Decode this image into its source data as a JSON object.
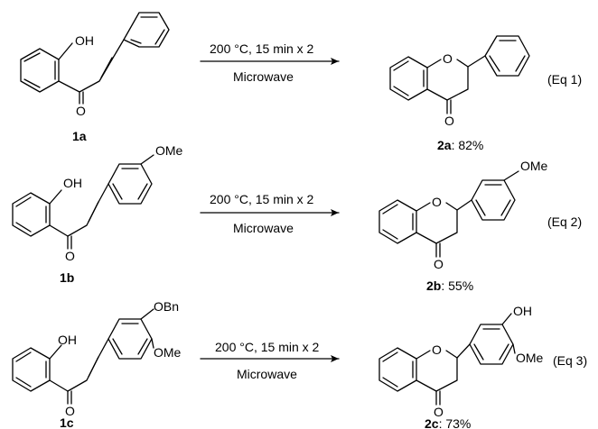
{
  "reactions": [
    {
      "eq": "(Eq 1)",
      "conditions_top": "200 °C, 15 min x 2",
      "conditions_bottom": "Microwave",
      "reactant": {
        "id": "1a",
        "labels": {
          "oh": "OH",
          "o": "O"
        }
      },
      "product": {
        "id": "2a",
        "yield": ": 82%",
        "labels": {
          "ring_o": "O",
          "o": "O"
        }
      }
    },
    {
      "eq": "(Eq 2)",
      "conditions_top": "200 °C, 15 min x 2",
      "conditions_bottom": "Microwave",
      "reactant": {
        "id": "1b",
        "labels": {
          "oh": "OH",
          "o": "O",
          "ome": "OMe"
        }
      },
      "product": {
        "id": "2b",
        "yield": ": 55%",
        "labels": {
          "ring_o": "O",
          "o": "O",
          "ome": "OMe"
        }
      }
    },
    {
      "eq": "(Eq 3)",
      "conditions_top": "200 °C, 15 min x 2",
      "conditions_bottom": "Microwave",
      "reactant": {
        "id": "1c",
        "labels": {
          "oh": "OH",
          "o": "O",
          "obn": "OBn",
          "ome": "OMe"
        }
      },
      "product": {
        "id": "2c",
        "yield": ": 73%",
        "labels": {
          "ring_o": "O",
          "o": "O",
          "oh_sub": "OH",
          "ome": "OMe"
        }
      }
    }
  ]
}
